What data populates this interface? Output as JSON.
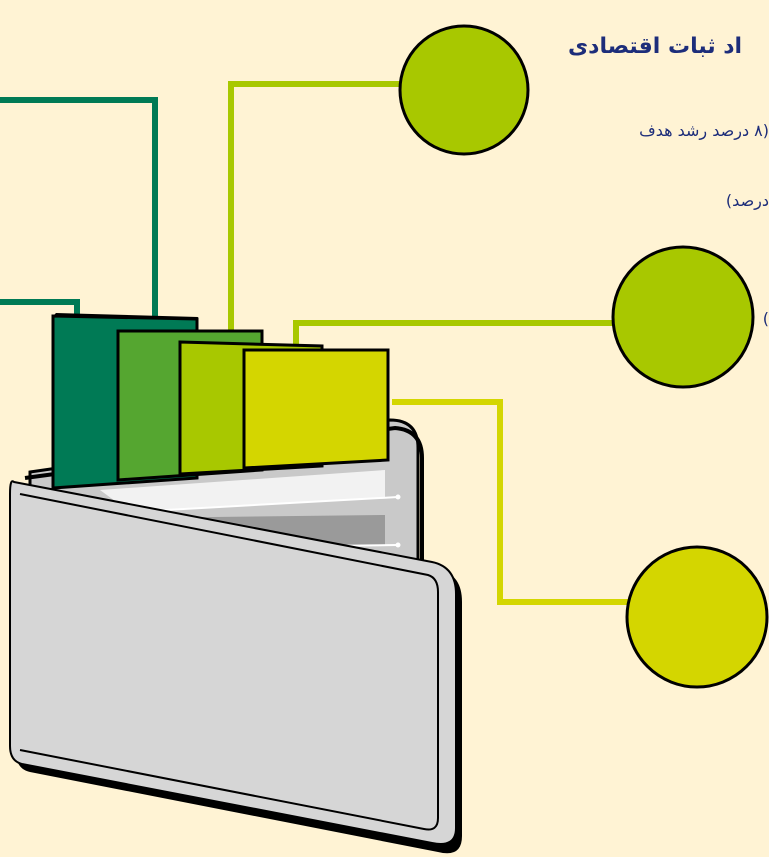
{
  "texts": {
    "heading": "اد ثبات اقتصادی",
    "line1": "(۸ درصد رشد هدف",
    "line2": "درصد)",
    "line3": ")"
  },
  "colors": {
    "background": "#fff3d4",
    "text": "#1d2d7a",
    "dark_green": "#007a55",
    "mid_green": "#55a630",
    "lime": "#a8c800",
    "yellow_lime": "#d4d600",
    "wallet_gray": "#d6d6d6"
  },
  "icons": {
    "wallet": "wallet-icon"
  }
}
